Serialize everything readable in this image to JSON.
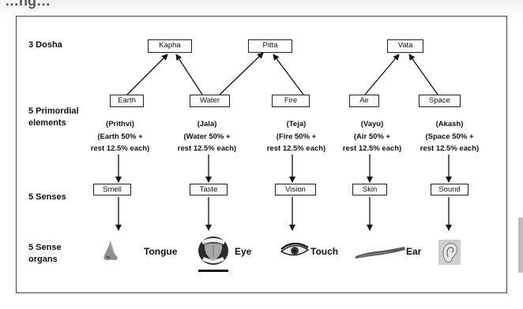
{
  "header_clip": "…ng…",
  "rows": {
    "dosha": "3 Dosha",
    "elements_line1": "5 Primordial",
    "elements_line2": "elements",
    "senses": "5 Senses",
    "organs_line1": "5 Sense",
    "organs_line2": "organs"
  },
  "doshas": [
    "Kapha",
    "Pitta",
    "Vata"
  ],
  "elements": [
    {
      "name": "Earth",
      "line1": "(Prithvi)",
      "line2": "(Earth  50% +",
      "line3": "rest 12.5% each)"
    },
    {
      "name": "Water",
      "line1": "(Jala)",
      "line2": "(Water 50% +",
      "line3": "rest 12.5% each)"
    },
    {
      "name": "Fire",
      "line1": "(Teja)",
      "line2": "(Fire  50% +",
      "line3": "rest 12.5% each)"
    },
    {
      "name": "Air",
      "line1": "(Vayu)",
      "line2": "(Air 50% +",
      "line3": "rest 12.5% each)"
    },
    {
      "name": "Space",
      "line1": "(Akash)",
      "line2": "(Space 50% +",
      "line3": "rest 12.5% each)"
    }
  ],
  "senses": [
    "Smell",
    "Taste",
    "Vision",
    "Skin",
    "Sound"
  ],
  "organs": [
    "Tongue",
    "Eye",
    "Touch",
    "Ear"
  ],
  "organ_images": [
    "nose-image",
    "tongue-image",
    "eye-image",
    "skin-image",
    "ear-image"
  ]
}
